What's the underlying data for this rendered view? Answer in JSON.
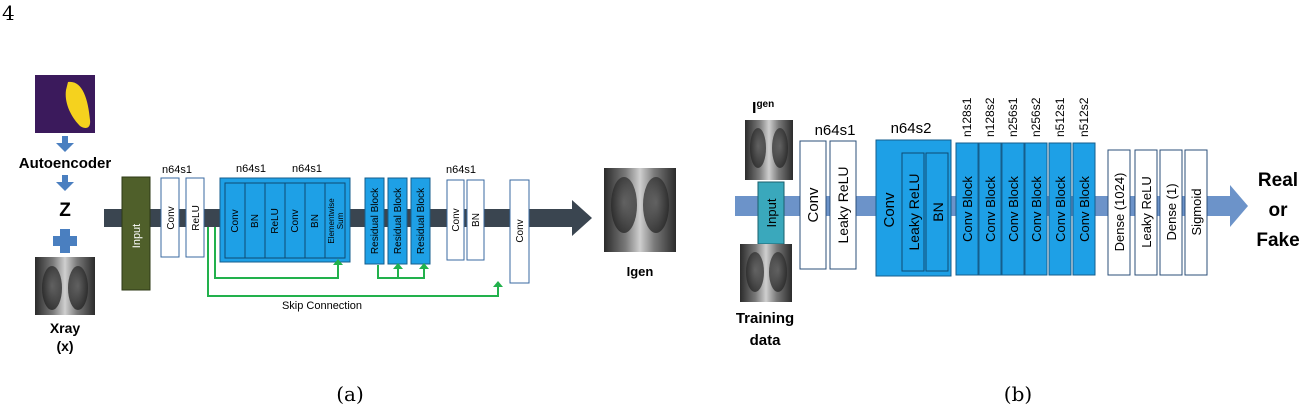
{
  "page_number": "4",
  "panel_a": {
    "caption": "(a)",
    "autoencoder": "Autoencoder",
    "z": "Z",
    "xray": "Xray",
    "xray_sub": "(x)",
    "input": "Input",
    "n64s1_a": "n64s1",
    "conv_a": "Conv",
    "relu_a": "ReLU",
    "res_n64s1_1": "n64s1",
    "res_n64s1_2": "n64s1",
    "res_conv1": "Conv",
    "res_bn1": "BN",
    "res_relu": "ReLU",
    "res_conv2": "Conv",
    "res_bn2": "BN",
    "elementwise": "Elementwise",
    "sum": "Sum",
    "residual_block": "Residual Block",
    "n64s1_b": "n64s1",
    "conv_b": "Conv",
    "bn_b": "BN",
    "conv_c": "Conv",
    "skip_connection": "Skip Connection",
    "igen": "Igen"
  },
  "panel_b": {
    "caption": "(b)",
    "igen_label": "I",
    "igen_sup": "gen",
    "input": "Input",
    "training_data_1": "Training",
    "training_data_2": "data",
    "n64s1": "n64s1",
    "conv": "Conv",
    "leaky_relu": "Leaky ReLU",
    "n64s2": "n64s2",
    "n64s2_conv": "Conv",
    "n64s2_leaky": "Leaky ReLU",
    "n64s2_bn": "BN",
    "conv_block": "Conv Block",
    "block_labels": [
      "n128s1",
      "n128s2",
      "n256s1",
      "n256s2",
      "n512s1",
      "n512s2"
    ],
    "dense1024": "Dense (1024)",
    "leaky_relu2": "Leaky ReLU",
    "dense1": "Dense (1)",
    "sigmoid": "Sigmoid",
    "real": "Real",
    "or": "or",
    "fake": "Fake"
  },
  "colors": {
    "blue": "#1ea0e6",
    "dark_green": "#4f5f2a",
    "arrow_gray": "#3a4550",
    "arrow_blue": "#6c93c9",
    "skip_green": "#22b14c",
    "teal": "#3aa8bc",
    "purple": "#3b1a5c",
    "yellow": "#f5d21e"
  }
}
